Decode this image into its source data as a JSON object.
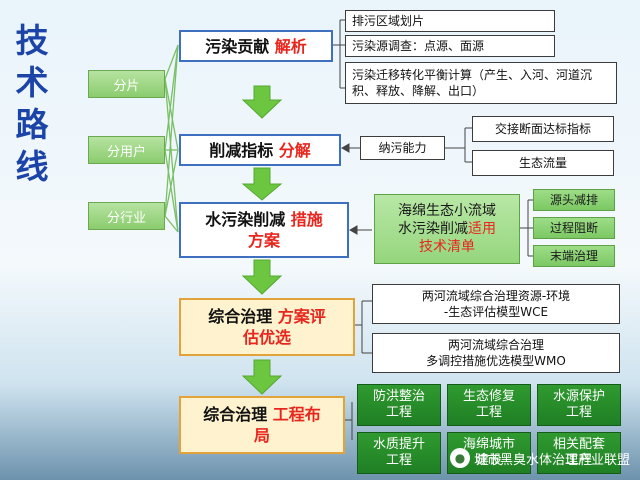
{
  "title": "技\n术\n路\n线",
  "side_labels": [
    "分片",
    "分用户",
    "分行业"
  ],
  "steps": [
    {
      "text": "污染贡献",
      "highlight": "解析"
    },
    {
      "text": "削减指标",
      "highlight": "分解"
    },
    {
      "text": "水污染削减",
      "highlight": "措施",
      "line2": "方案"
    },
    {
      "text": "综合治理",
      "highlight": "方案评",
      "line2": "估优选"
    },
    {
      "text": "综合治理",
      "highlight": "工程布",
      "line2": "局"
    }
  ],
  "step1_details": [
    "排污区域划片",
    "污染源调查：点源、面源",
    "污染迁移转化平衡计算（产生、入河、河道沉积、释放、降解、出口）"
  ],
  "step2_mid": "纳污能力",
  "step2_details": [
    "交接断面达标指标",
    "生态流量"
  ],
  "step3_center": {
    "line1": "海绵生态小流域",
    "line2a": "水污染削减",
    "line2b": "适用",
    "line3": "技术清单"
  },
  "step3_details": [
    "源头减排",
    "过程阻断",
    "末端治理"
  ],
  "step4_details": [
    {
      "line1": "两河流域综合治理资源-环境",
      "line2": "-生态评估模型WCE"
    },
    {
      "line1": "两河流域综合治理",
      "line2": "多调控措施优选模型WMO"
    }
  ],
  "step5_tiles": [
    "防洪整治",
    "生态修复",
    "水源保护",
    "水质提升",
    "海绵城市",
    "相关配套"
  ],
  "step5_tiles_line2": [
    "工程",
    "工程",
    "工程",
    "工程",
    "建设",
    "工程"
  ],
  "watermark": "城市黑臭水体治理产业联盟",
  "colors": {
    "title": "#1b43a8",
    "highlight": "#e8261e",
    "arrow": "#6cc63f",
    "tile": "#23862a"
  }
}
